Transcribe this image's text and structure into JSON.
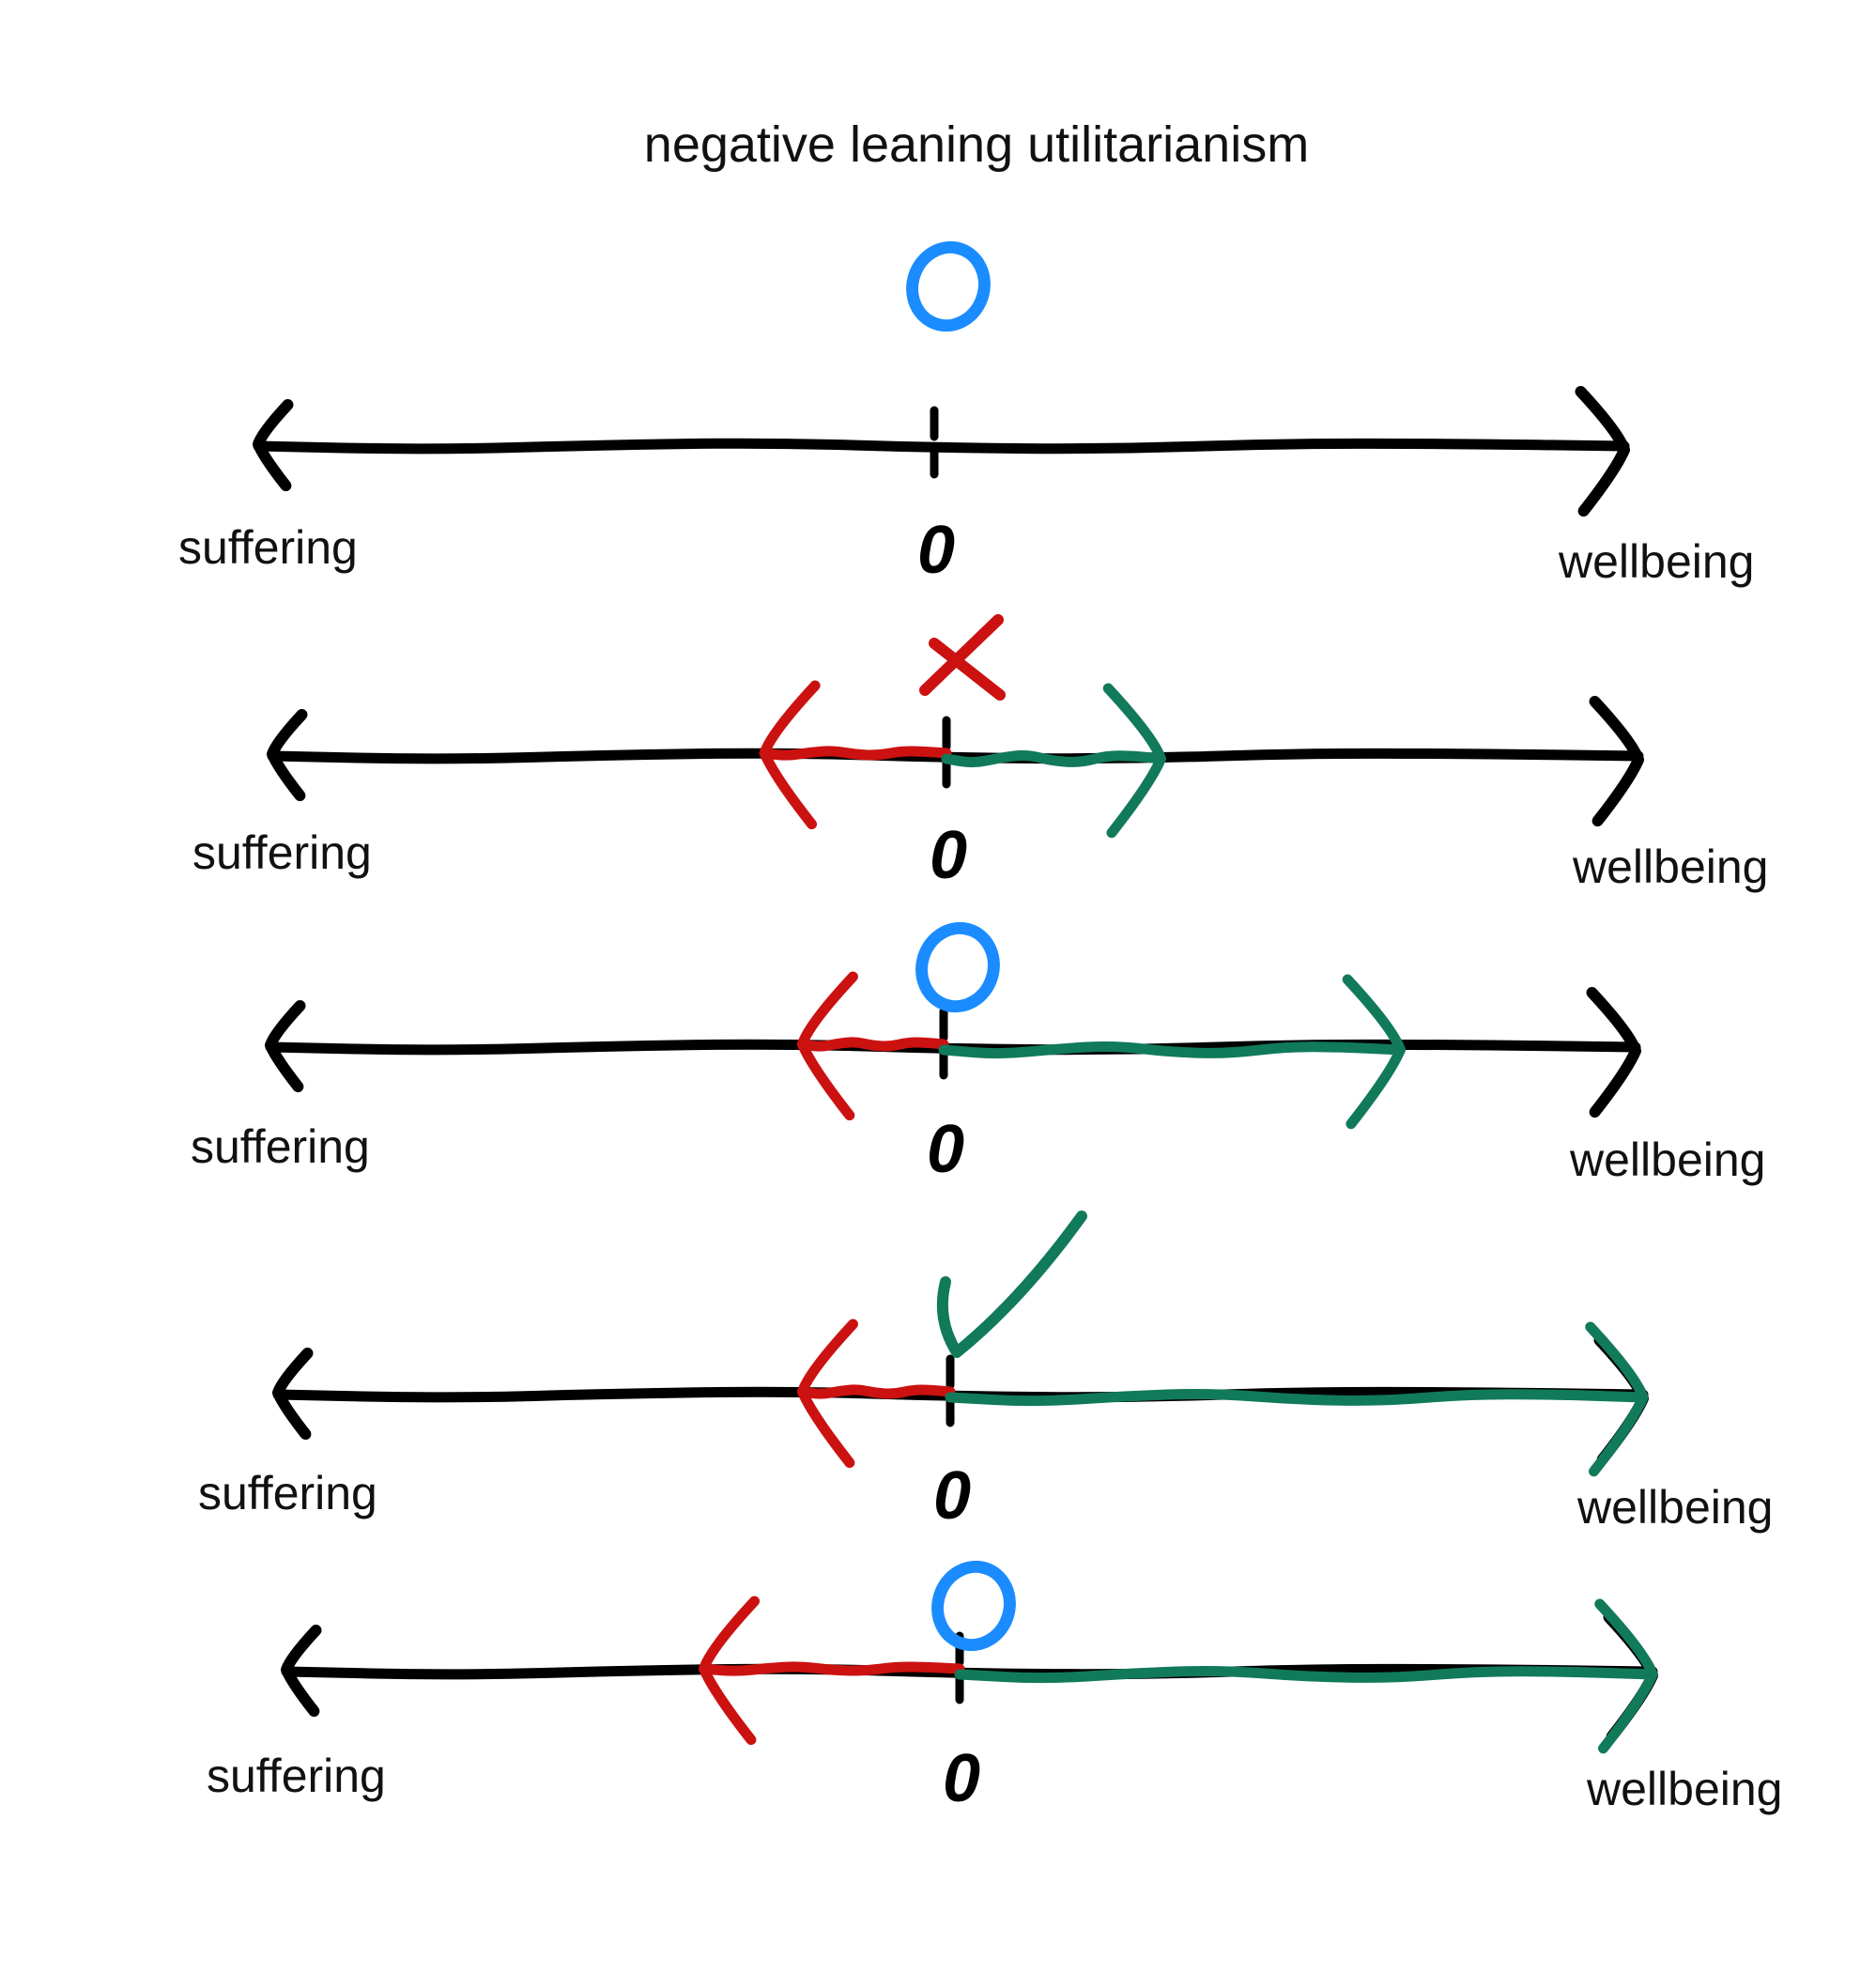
{
  "title": "negative leaning utilitarianism",
  "colors": {
    "axis": "#000000",
    "suffering": "#cc1111",
    "wellbeing": "#117a5a",
    "neutral_mark": "#1a8cff"
  },
  "rows": [
    {
      "left_label": "suffering",
      "right_label": "wellbeing",
      "zero_label": "0",
      "mark": "circle",
      "suffering": 0,
      "wellbeing": 0
    },
    {
      "left_label": "suffering",
      "right_label": "wellbeing",
      "zero_label": "0",
      "mark": "cross",
      "suffering": 0.27,
      "wellbeing": 0.31
    },
    {
      "left_label": "suffering",
      "right_label": "wellbeing",
      "zero_label": "0",
      "mark": "circle",
      "suffering": 0.21,
      "wellbeing": 0.66
    },
    {
      "left_label": "suffering",
      "right_label": "wellbeing",
      "zero_label": "0",
      "mark": "check",
      "suffering": 0.22,
      "wellbeing": 1.0
    },
    {
      "left_label": "suffering",
      "right_label": "wellbeing",
      "zero_label": "0",
      "mark": "circle",
      "suffering": 0.38,
      "wellbeing": 1.0
    }
  ]
}
